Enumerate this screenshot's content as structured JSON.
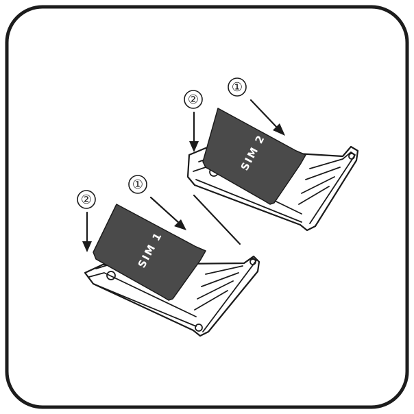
{
  "colors": {
    "frame": "#1c1c1c",
    "card": "#4a4a4a",
    "ink": "#1b1b1b",
    "background": "#ffffff"
  },
  "sim_trays": [
    {
      "card_label": "SIM 1",
      "steps": [
        "①",
        "②"
      ]
    },
    {
      "card_label": "SIM 2",
      "steps": [
        "①",
        "②"
      ]
    }
  ]
}
